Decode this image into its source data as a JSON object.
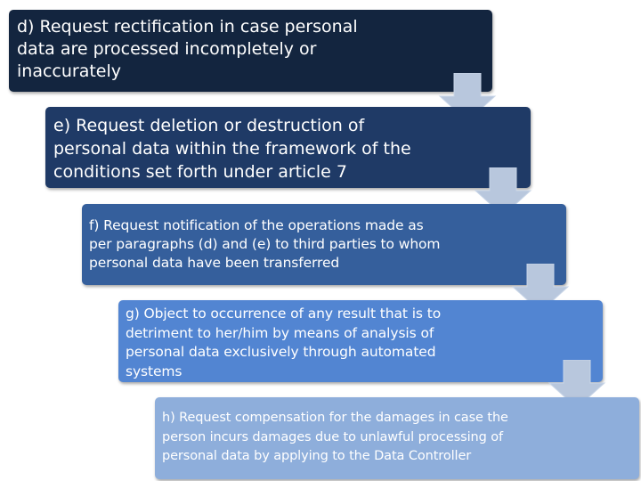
{
  "steps": [
    {
      "id": "d",
      "text": "d) Request rectification in case personal\ndata are processed incompletely or\ninaccurately",
      "color": "#13253f"
    },
    {
      "id": "e",
      "text": "e) Request deletion or destruction of\npersonal data within the framework of the\nconditions set forth under article 7",
      "color": "#1f3a66"
    },
    {
      "id": "f",
      "text": "f) Request notification of the operations made as\nper paragraphs (d) and (e) to third parties to whom\npersonal data have been transferred",
      "color": "#355f9c"
    },
    {
      "id": "g",
      "text": "g) Object to occurrence of any result that is to\ndetriment to her/him by means of analysis of\npersonal data exclusively through automated\nsystems",
      "color": "#5285d2"
    },
    {
      "id": "h",
      "text": "h) Request compensation for the damages in case the\nperson incurs damages due to unlawful processing of\npersonal data by applying to the Data Controller",
      "color": "#8eaedb"
    }
  ],
  "arrow_color": "#b8c7dd",
  "arrow_edge_color": "#c9d6e8"
}
